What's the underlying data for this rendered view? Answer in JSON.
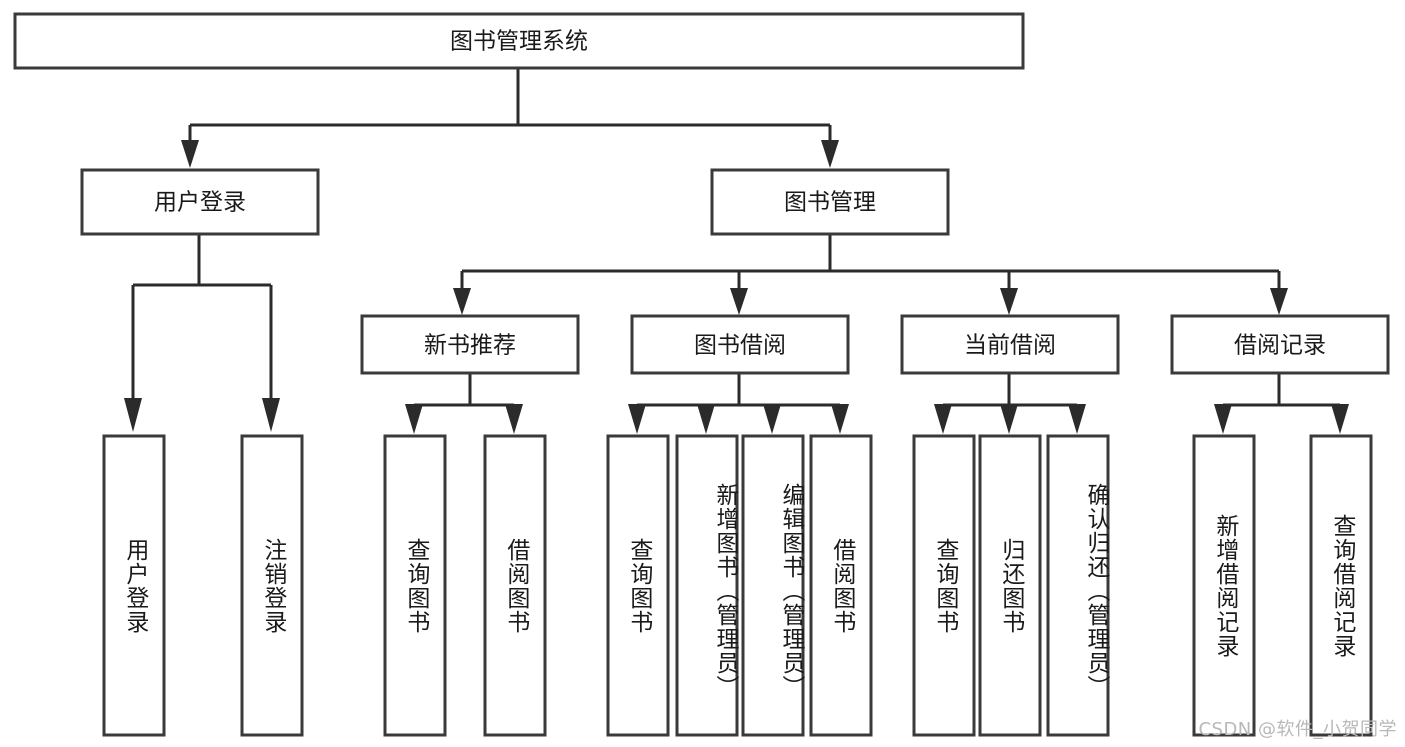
{
  "diagram": {
    "type": "tree",
    "title": "图书管理系统",
    "orientation": "top-down",
    "colors": {
      "box_stroke": "#3a3a3a",
      "box_fill": "#ffffff",
      "connector": "#2b2b2b",
      "text": "#1a1a1a",
      "watermark": "#b8b8b8",
      "background": "#ffffff"
    },
    "root": {
      "label": "图书管理系统"
    },
    "level2": [
      {
        "label": "用户登录"
      },
      {
        "label": "图书管理"
      }
    ],
    "level3": [
      {
        "label": "新书推荐"
      },
      {
        "label": "图书借阅"
      },
      {
        "label": "当前借阅"
      },
      {
        "label": "借阅记录"
      }
    ],
    "leaves": {
      "user_login": [
        {
          "label": "用户登录"
        },
        {
          "label": "注销登录"
        }
      ],
      "new_book_recommend": [
        {
          "label": "查询图书"
        },
        {
          "label": "借阅图书"
        }
      ],
      "book_borrow": [
        {
          "label": "查询图书"
        },
        {
          "label": "新增图书（管理员）"
        },
        {
          "label": "编辑图书（管理员）"
        },
        {
          "label": "借阅图书"
        }
      ],
      "current_borrow": [
        {
          "label": "查询图书"
        },
        {
          "label": "归还图书"
        },
        {
          "label": "确认归还（管理员）"
        }
      ],
      "borrow_records": [
        {
          "label": "新增借阅记录"
        },
        {
          "label": "查询借阅记录"
        }
      ]
    }
  },
  "watermark": {
    "text": "CSDN @软件_小贺同学"
  }
}
